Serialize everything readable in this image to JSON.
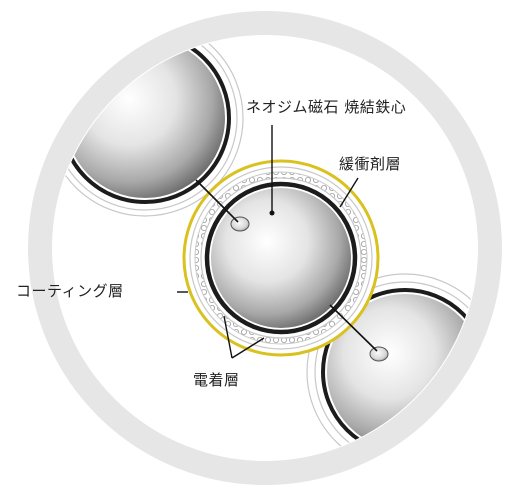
{
  "labels": {
    "core": "ネオジム磁石 焼結鉄心",
    "buffer": "緩衝剤層",
    "coating": "コーティング層",
    "electrodeposit": "電着層"
  },
  "colors": {
    "outer_ring": "#e6e6e6",
    "sphere_dark": "#1c1c1c",
    "sphere_light": "#f4f4f4",
    "coating_yellow": "#d9c21f",
    "leader_line": "#111111",
    "text": "#222222"
  }
}
